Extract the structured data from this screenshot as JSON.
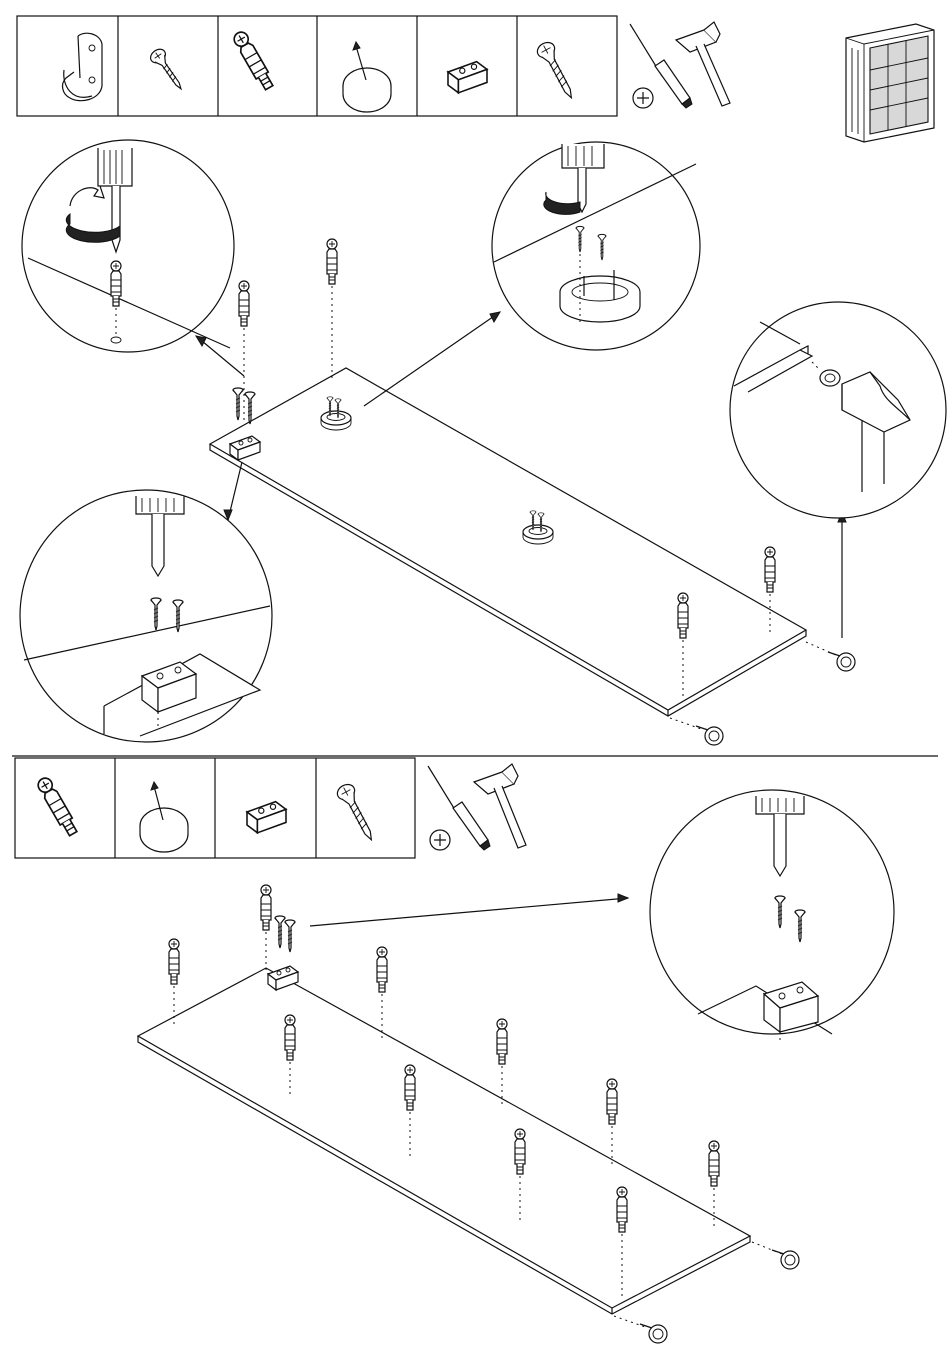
{
  "document": {
    "type": "assembly-instruction-sheet",
    "steps": [
      {
        "parts": [
          "hanger-rail-bracket-icon",
          "countersunk-screw-icon",
          "cam-bolt-icon",
          "nail-on-glide-icon",
          "connector-block-icon",
          "long-screw-icon"
        ],
        "tools": [
          "screwdriver-icon",
          "hammer-icon",
          "phillips-bit-icon"
        ],
        "details": [
          "pilot-hole-detail",
          "rail-bracket-detail",
          "connector-block-detail",
          "glide-detail"
        ]
      },
      {
        "parts": [
          "cam-bolt-icon",
          "nail-on-glide-icon",
          "connector-block-icon",
          "long-screw-icon"
        ],
        "tools": [
          "screwdriver-icon",
          "hammer-icon",
          "phillips-bit-icon"
        ],
        "details": [
          "connector-block-detail"
        ]
      }
    ],
    "colors": {
      "line": "#111111",
      "background": "#ffffff",
      "carcass": "#d8d8d8"
    }
  }
}
